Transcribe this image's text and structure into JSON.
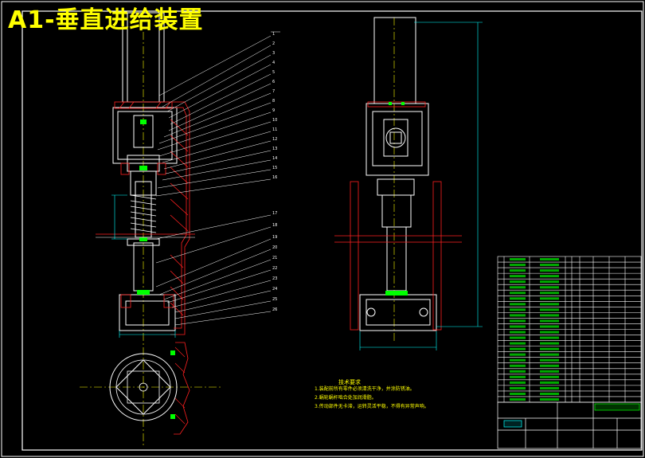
{
  "title": "A1-垂直进给装置",
  "notes": {
    "heading": "技术要求",
    "items": [
      "1.装配前所有零件必须清洗干净，并涂防锈油。",
      "2.蜗轮蜗杆啮合处加润滑脂。",
      "3.传动部件无卡滞，运转灵活平稳，不得有异常声响。"
    ]
  },
  "part_numbers": [
    "1",
    "2",
    "3",
    "4",
    "5",
    "6",
    "7",
    "8",
    "9",
    "10",
    "11",
    "12",
    "13",
    "14",
    "15",
    "16",
    "17",
    "18",
    "19",
    "20",
    "21",
    "22",
    "23",
    "24",
    "25",
    "26"
  ],
  "colors": {
    "background": "#000000",
    "outline": "#ffffff",
    "hatch": "#ff2020",
    "centerline": "#ffff00",
    "accent": "#00ff00",
    "dimension": "#00ffff"
  }
}
